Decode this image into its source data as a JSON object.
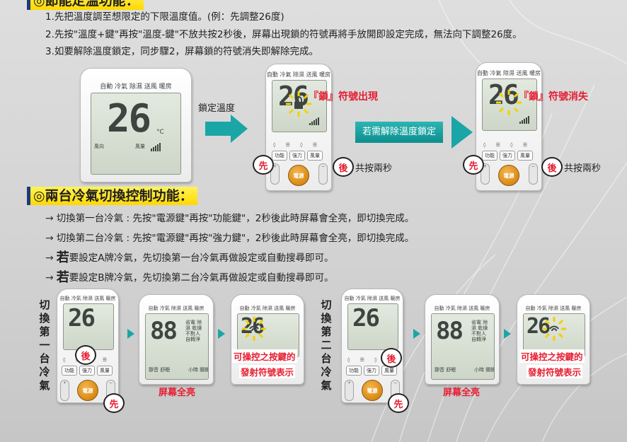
{
  "section1": {
    "title": "◎節能定溫功能：",
    "steps": [
      "1.先把溫度調至想限定的下限溫度值。(例：先調整26度)",
      "2.先按\"溫度+鍵\"再按\"溫度-鍵\"不放共按2秒後，屏幕出現鎖的符號再將手放開即設定完成，無法向下調整26度。",
      "3.如要解除溫度鎖定，同步驟2，屏幕鎖的符號消失即解除完成。"
    ],
    "lock_temp_label": "鎖定溫度",
    "lock_appear_label": "『鎖』符號出現",
    "unlock_banner": "若需解除溫度鎖定",
    "lock_gone_label": "『鎖』符號消失",
    "press_together_1": "共按兩秒",
    "press_together_2": "共按兩秒",
    "first_mark": "先",
    "after_mark": "後"
  },
  "section2": {
    "title": "◎兩台冷氣切換控制功能：",
    "bullets": [
      {
        "arrow": "→",
        "prefix": "",
        "text": "切換第一台冷氣 : 先按\"電源鍵\"再按\"功能鍵\"，2秒後此時屏幕會全亮，即切換完成。"
      },
      {
        "arrow": "→",
        "prefix": "",
        "text": "切換第二台冷氣 : 先按\"電源鍵\"再按\"強力鍵\"，2秒後此時屏幕會全亮，即切換完成。"
      },
      {
        "arrow": "→",
        "prefix": "若",
        "text": "要設定A牌冷氣，先切換第一台冷氣再做設定或自動搜尋即可。"
      },
      {
        "arrow": "→",
        "prefix": "若",
        "text": "要設定B牌冷氣，先切換第二台冷氣再做設定或自動搜尋即可。"
      }
    ],
    "switch_first_vertical": "切換第一台冷氣",
    "switch_second_vertical": "切換第二台冷氣",
    "full_screen_1": "屏幕全亮",
    "full_screen_2": "屏幕全亮",
    "signal_label_1_line1": "可操控之按鍵的",
    "signal_label_1_line2": "發射符號表示",
    "signal_label_2_line1": "可操控之按鍵的",
    "signal_label_2_line2": "發射符號表示",
    "first_mark": "先",
    "after_mark": "後"
  },
  "remote": {
    "modes": "自動 冷氣 除濕 送風 暖房",
    "temp": "26",
    "unit": "°C",
    "fan_label": "風向",
    "fan_label2": "風量",
    "btn_function": "功能",
    "btn_power_boost": "強力",
    "btn_fan": "風量",
    "btn_power": "電源",
    "lcd_quiet": "靜音 舒眠",
    "lcd_hours": "小時 關機",
    "lcd_modes_extra": "省電 除濕 乾燥 不對人 自轉淨"
  },
  "colors": {
    "accent_red": "#e61e32",
    "teal": "#1aa6a6",
    "title_yellow": "#ffe000",
    "power_orange": "#e08f1a"
  }
}
